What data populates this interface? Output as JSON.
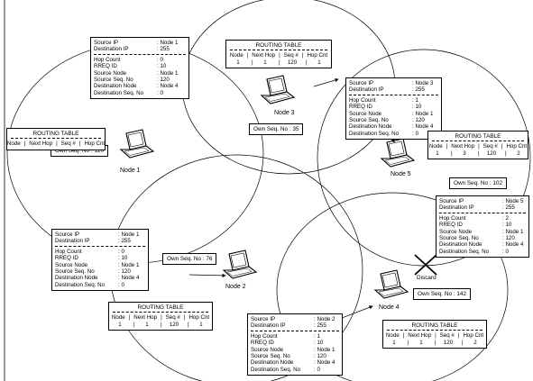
{
  "nodes": [
    {
      "id": "node1",
      "label": "Node 1"
    },
    {
      "id": "node2",
      "label": "Node 2"
    },
    {
      "id": "node3",
      "label": "Node 3"
    },
    {
      "id": "node4",
      "label": "Node 4"
    },
    {
      "id": "node5",
      "label": "Node 5"
    }
  ],
  "own_seq": {
    "node1": "Own Seq. No : 120",
    "node2": "Own Seq. No : 76",
    "node3": "Own Seq. No : 35",
    "node4": "Own Seq. No : 142",
    "node5": "Own Seq. No : 102"
  },
  "rt_title": "ROUTING TABLE",
  "rt_header": [
    "Node",
    "Next Hop",
    "Seq #",
    "Hop Cnt"
  ],
  "routing_tables": {
    "node1": [],
    "node2": [
      "1",
      "1",
      "120",
      "1"
    ],
    "node3": [
      "1",
      "1",
      "120",
      "1"
    ],
    "node4": [
      "1",
      "1",
      "120",
      "2"
    ],
    "node5": [
      "1",
      "3",
      "120",
      "2"
    ]
  },
  "rreq_keys": [
    "Source IP",
    "Destination IP",
    "Hop Count",
    "RREQ ID",
    "Source Node",
    "Source Seq. No",
    "Destination Node",
    "Destination Seq. No"
  ],
  "rreq_packets": {
    "from_node1": [
      "Node 1",
      "255",
      "0",
      "10",
      "Node 1",
      "120",
      "Node 4",
      "0"
    ],
    "from_node3": [
      "Node 3",
      "255",
      "1",
      "10",
      "Node 1",
      "120",
      "Node 4",
      "0"
    ],
    "from_node1_b": [
      "Node 1",
      "255",
      "0",
      "10",
      "Node 1",
      "120",
      "Node 4",
      "0"
    ],
    "from_node2": [
      "Node 2",
      "255",
      "1",
      "10",
      "Node 1",
      "120",
      "Node 4",
      "0"
    ],
    "from_node5": [
      "Node 5",
      "255",
      "2",
      "10",
      "Node 1",
      "120",
      "Node 4",
      "0"
    ]
  },
  "discard_label": "Discard"
}
